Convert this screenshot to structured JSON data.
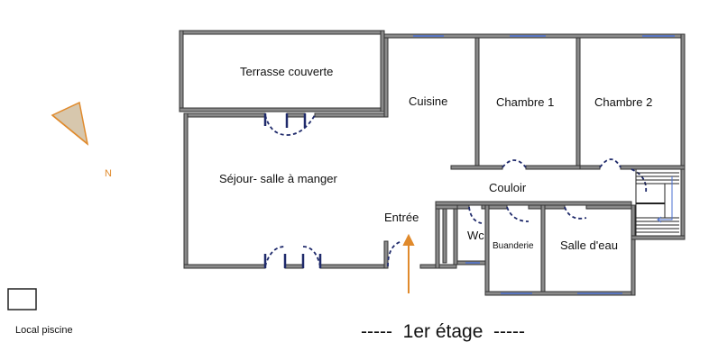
{
  "rooms": {
    "terrasse": "Terrasse couverte",
    "cuisine": "Cuisine",
    "chambre1": "Chambre 1",
    "chambre2": "Chambre 2",
    "sejour": "Séjour- salle à manger",
    "couloir": "Couloir",
    "entree": "Entrée",
    "wc": "Wc",
    "buanderie": "Buanderie",
    "salle_eau": "Salle d'eau"
  },
  "legend": {
    "piscine": "Local piscine"
  },
  "compass": {
    "north": "N"
  },
  "floor": {
    "label": "-----  1er étage  -----"
  },
  "colors": {
    "wall": "#7f7f7f",
    "wall_outline": "#333333",
    "door": "#1f2a6b",
    "window": "#4a6fd1",
    "arrow": "#e08a2c"
  }
}
